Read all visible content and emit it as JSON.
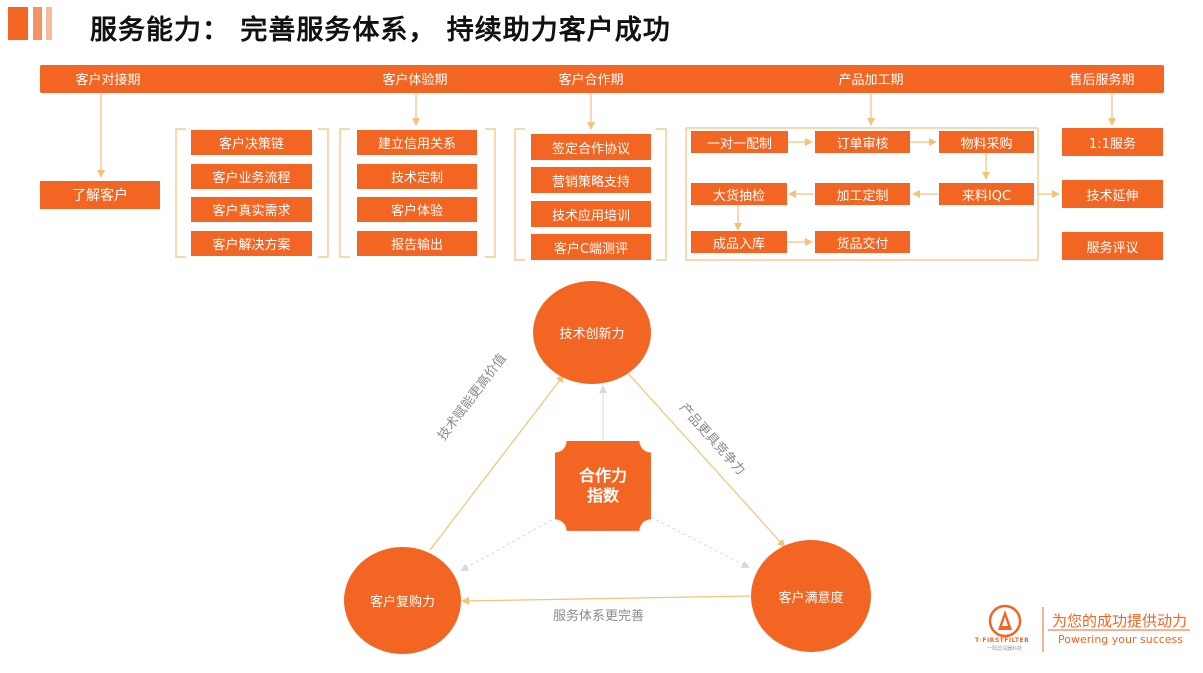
{
  "title": "服务能力： 完善服务体系， 持续助力客户成功",
  "phases": [
    "客户对接期",
    "客户体验期",
    "客户合作期",
    "产品加工期",
    "售后服务期"
  ],
  "understand": "了解客户",
  "group1": [
    "客户决策链",
    "客户业务流程",
    "客户真实需求",
    "客户解决方案"
  ],
  "group2": [
    "建立信用关系",
    "技术定制",
    "客户体验",
    "报告输出"
  ],
  "group3": [
    "签定合作协议",
    "营销策略支持",
    "技术应用培训",
    "客户C端测评"
  ],
  "process": {
    "one_to_one": "一对一配制",
    "order_review": "订单审核",
    "material_purchase": "物料采购",
    "bulk_inspection": "大货抽检",
    "processing": "加工定制",
    "incoming_iqc": "来料IQC",
    "storage": "成品入库",
    "delivery": "货品交付"
  },
  "after_sales": [
    "1:1服务",
    "技术延伸",
    "服务评议"
  ],
  "triangle": {
    "top": "技术创新力",
    "left": "客户复购力",
    "right": "客户满意度",
    "center_line1": "合作力",
    "center_line2": "指数",
    "edge_left": "技术赋能更高价值",
    "edge_right": "产品更具竞争力",
    "edge_bottom": "服务体系更完善"
  },
  "brand": {
    "logo_text": "T·FIRSTFILTER",
    "logo_sub": "一阳滤清器科技",
    "slogan": "为您的成功提供动力",
    "slogan_en": "Powering your success"
  },
  "colors": {
    "accent": "#f26522",
    "line": "#f5c27a",
    "gray": "#8a8a8a"
  }
}
